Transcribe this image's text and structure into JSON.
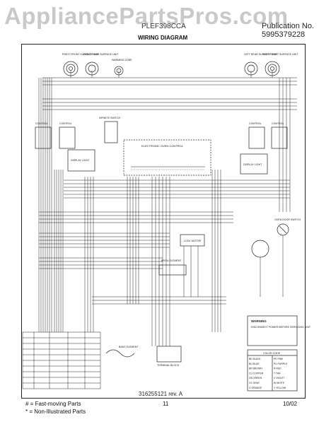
{
  "header": {
    "watermark": "AppliancePartsPros.com",
    "model": "PLEF398CCA",
    "publication_label": "Publication No.",
    "publication_number": "5995379228",
    "title": "WIRING DIAGRAM"
  },
  "diagram": {
    "labels": {
      "right_front": "RIGHT FRONT SURFACE UNIT",
      "right_rear": "RIGHT REAR SURFACE UNIT",
      "warming_zone": "WARMING ZONE",
      "left_rear": "LEFT REAR SURFACE UNIT",
      "left_front": "LEFT FRONT SURFACE UNIT",
      "control_left1": "CONTROL",
      "control_left2": "CONTROL",
      "control_right1": "CONTROL",
      "control_right2": "CONTROL",
      "infinite_switch": "INFINITE SWITCH",
      "display_left": "DISPLAY LIGHT",
      "display_right": "DISPLAY LIGHT",
      "edc": "ELECTRONIC OVEN CONTROL",
      "door_switch": "OVEN DOOR SWITCH",
      "terminal_block": "TERMINAL BLOCK",
      "bake_element": "BAKE ELEMENT",
      "broil_element": "BROIL ELEMENT",
      "lock_motor": "LOCK MOTOR",
      "warning_title": "WARNING",
      "warning_text": "DISCONNECT POWER BEFORE SERVICING UNIT",
      "color_code": "COLOR CODE",
      "diagram_number": "316255121 rev. A"
    },
    "color_codes": [
      {
        "code": "BK",
        "color": "BLACK"
      },
      {
        "code": "BU",
        "color": "BLUE"
      },
      {
        "code": "BR",
        "color": "BROWN"
      },
      {
        "code": "CU",
        "color": "COPPER"
      },
      {
        "code": "GN",
        "color": "GREEN"
      },
      {
        "code": "GY",
        "color": "GRAY"
      },
      {
        "code": "O",
        "color": "ORANGE"
      },
      {
        "code": "PK",
        "color": "PINK"
      },
      {
        "code": "PU",
        "color": "PURPLE"
      },
      {
        "code": "R",
        "color": "RED"
      },
      {
        "code": "T",
        "color": "TAN"
      },
      {
        "code": "V",
        "color": "VIOLET"
      },
      {
        "code": "W",
        "color": "WHITE"
      },
      {
        "code": "Y",
        "color": "YELLOW"
      }
    ]
  },
  "footer": {
    "fast_moving": "# = Fast-moving Parts",
    "non_illustrated": "* = Non-Illustrated Parts",
    "page": "11",
    "date": "10/02"
  }
}
